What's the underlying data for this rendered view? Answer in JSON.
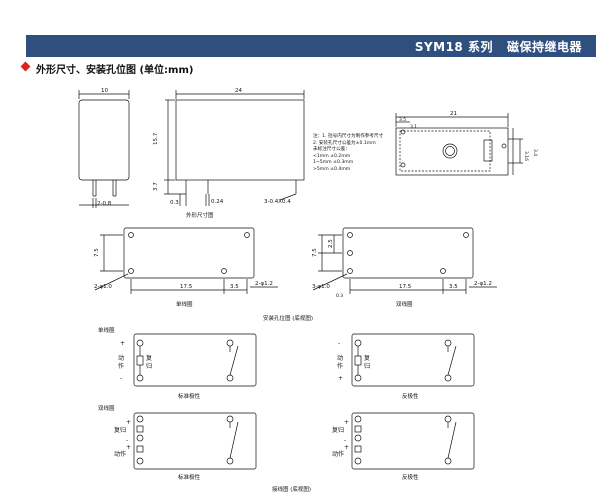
{
  "header": {
    "title": "SYM18 系列   磁保持继电器"
  },
  "section": {
    "title": "外形尺寸、安装孔位图 (单位:mm)"
  },
  "dims": {
    "front_width": "10",
    "side_length": "24",
    "height": "15.7",
    "pin_length": "3.7",
    "pin_offset": "0.3",
    "pin_thickness": "0.24",
    "pin_section": "3-0.4X0.4",
    "pin_spacing": "2-0.8",
    "top_21": "21",
    "top_3_5": "3.5",
    "top_3_1": "3.1",
    "top_3_4": "3.4",
    "top_3_16": "3.16",
    "hole_pitch_v": "7.5",
    "hole_pitch_h": "17.5",
    "hole_3_5": "3.5",
    "hole_single": "2-φ1.2",
    "hole_single_left": "2-φ1.0",
    "hole_double_left": "3-φ1.0",
    "hole_double_right": "2-φ1.2",
    "hole_2_5": "2.5",
    "hole_0_3": "0.3"
  },
  "notes": [
    "注：1. 括号内尺寸为制作参考尺寸",
    "2. 安装孔尺寸公差为±0.1mm",
    "未标注尺寸公差：",
    "<1mm ±0.2mm",
    "1~5mm ±0.3mm",
    ">5mm ±0.4mm"
  ],
  "captions": {
    "outline": "外形尺寸图",
    "single_coil": "单线圈",
    "double_coil": "双线圈",
    "mounting": "安装孔位图 (底视图)",
    "single_coil_label": "单线圈",
    "double_coil_label": "双线圈",
    "standard_polarity": "标准极性",
    "reverse_polarity": "反极性",
    "standard_polarity2": "标准极性",
    "reverse_polarity2": "反极性",
    "wiring": "接线图 (底视图)"
  },
  "wiring_labels": {
    "plus": "+",
    "minus": "-",
    "action": "动作",
    "reset": "复归",
    "act_1": "动",
    "act_2": "作",
    "reset_1": "复",
    "reset_2": "归"
  },
  "colors": {
    "header_bg": "#2f4f7f",
    "bullet": "#e02020"
  }
}
